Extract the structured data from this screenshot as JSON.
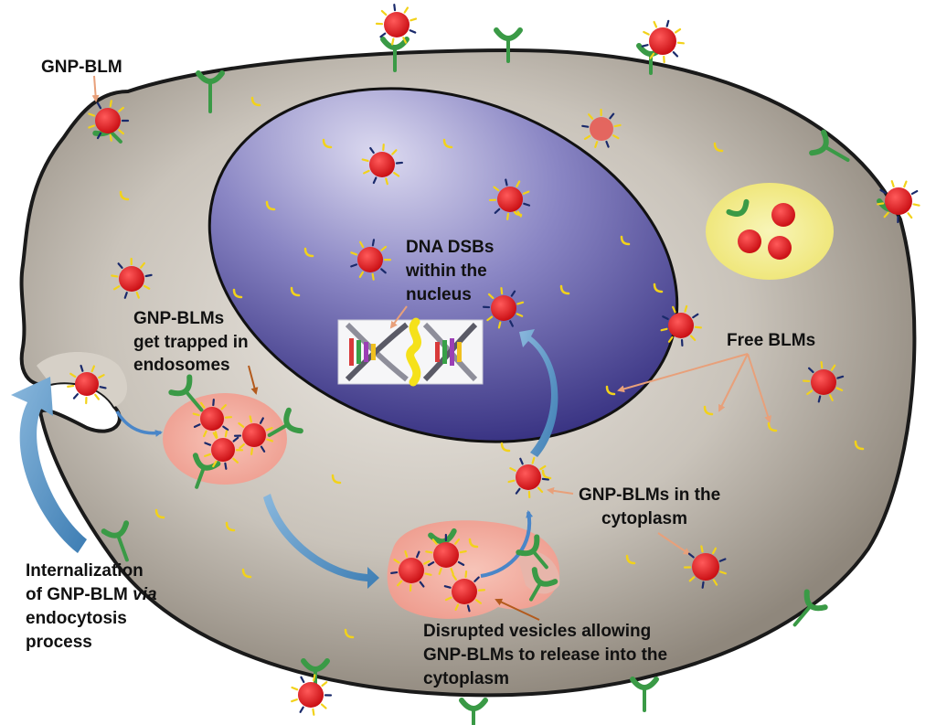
{
  "labels": {
    "gnp_blm": "GNP-BLM",
    "dna_dsbs_1": "DNA DSBs",
    "dna_dsbs_2": "within the",
    "dna_dsbs_3": "nucleus",
    "trapped_1": "GNP-BLMs",
    "trapped_2": "get trapped in",
    "trapped_3": "endosomes",
    "free_blms": "Free BLMs",
    "cytoplasm_1": "GNP-BLMs in the",
    "cytoplasm_2": "cytoplasm",
    "internal_1": "Internalization",
    "internal_2a": "of GNP-BLM ",
    "internal_2b": "via",
    "internal_3": "endocytosis",
    "internal_4": "process",
    "disrupted_1": "Disrupted vesicles allowing",
    "disrupted_2": "GNP-BLMs to release into the",
    "disrupted_3": "cytoplasm"
  },
  "colors": {
    "cell": "#b3aca2",
    "membrane": "#1a1a1a",
    "nucleus": "#5f5aa8",
    "endosome": "#f2a79a",
    "lysosome": "#f3ef8e",
    "gold_particle": "#e8141a",
    "receptor": "#3a9a46",
    "blm": "#f2d21a",
    "arrow_blue": "#4f8ec0",
    "arrow_orange": "#e8a07a"
  }
}
